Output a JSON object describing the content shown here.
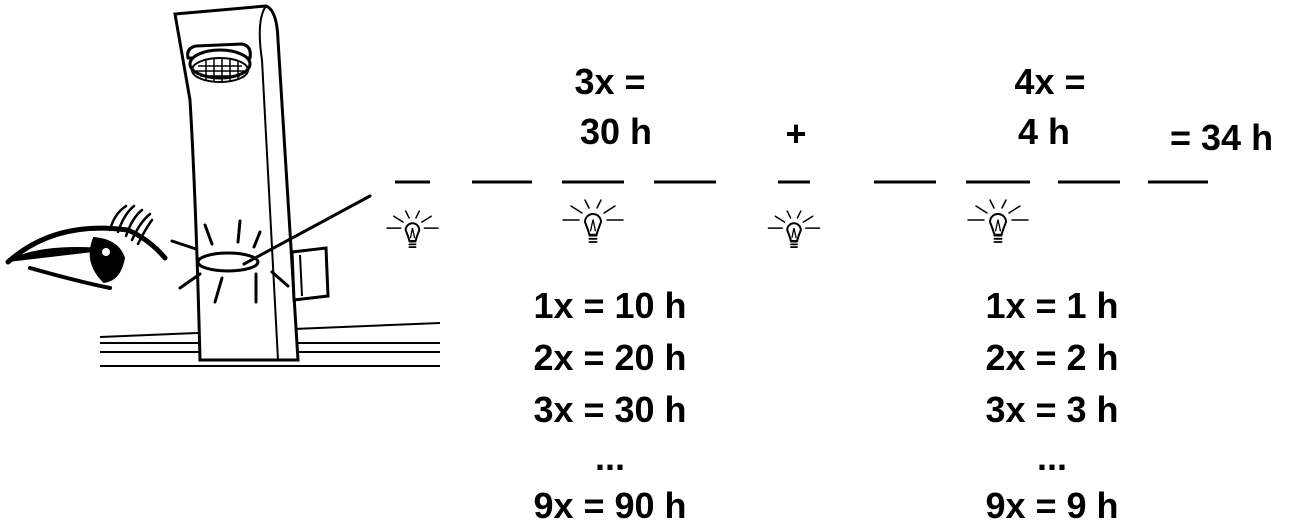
{
  "tens": {
    "blink_count": "3x =",
    "hours": "30 h",
    "table": [
      "1x = 10 h",
      "2x = 20 h",
      "3x = 30 h"
    ],
    "ellipsis": "...",
    "last": "9x = 90 h"
  },
  "plus": "+",
  "units": {
    "blink_count": "4x =",
    "hours": "4 h",
    "table": [
      "1x = 1 h",
      "2x = 2 h",
      "3x = 3 h"
    ],
    "ellipsis": "...",
    "last": "9x = 9 h"
  },
  "total": "= 34 h",
  "sequence": [
    {
      "type": "short"
    },
    {
      "type": "long"
    },
    {
      "type": "long",
      "bulb": "large"
    },
    {
      "type": "long"
    },
    {
      "type": "short",
      "bulb": "small"
    },
    {
      "type": "long"
    },
    {
      "type": "long",
      "bulb": "large"
    },
    {
      "type": "long"
    },
    {
      "type": "long"
    }
  ]
}
